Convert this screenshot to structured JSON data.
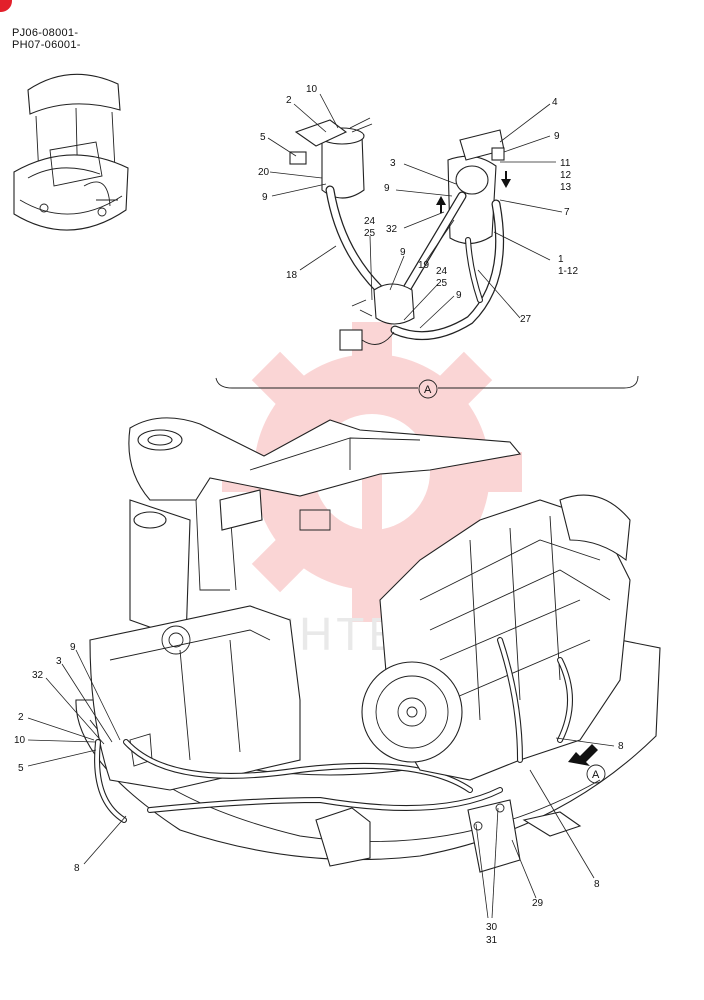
{
  "serials": [
    "PJ06-08001-",
    "PH07-06001-"
  ],
  "view_marker": "A",
  "watermark_text": "ИНТЕХ",
  "colors": {
    "accent": "#e3202b",
    "watermark": "#f4a3a3",
    "line": "#222222"
  },
  "callouts_top": [
    "10",
    "2",
    "5",
    "20",
    "9",
    "4",
    "9",
    "3",
    "9",
    "11",
    "12",
    "13",
    "7",
    "32",
    "24",
    "25",
    "9",
    "19",
    "24",
    "25",
    "1",
    "1-12",
    "18",
    "9",
    "27"
  ],
  "callouts_bottom": [
    "9",
    "3",
    "32",
    "2",
    "10",
    "5",
    "8",
    "8",
    "8",
    "29",
    "30",
    "31"
  ]
}
